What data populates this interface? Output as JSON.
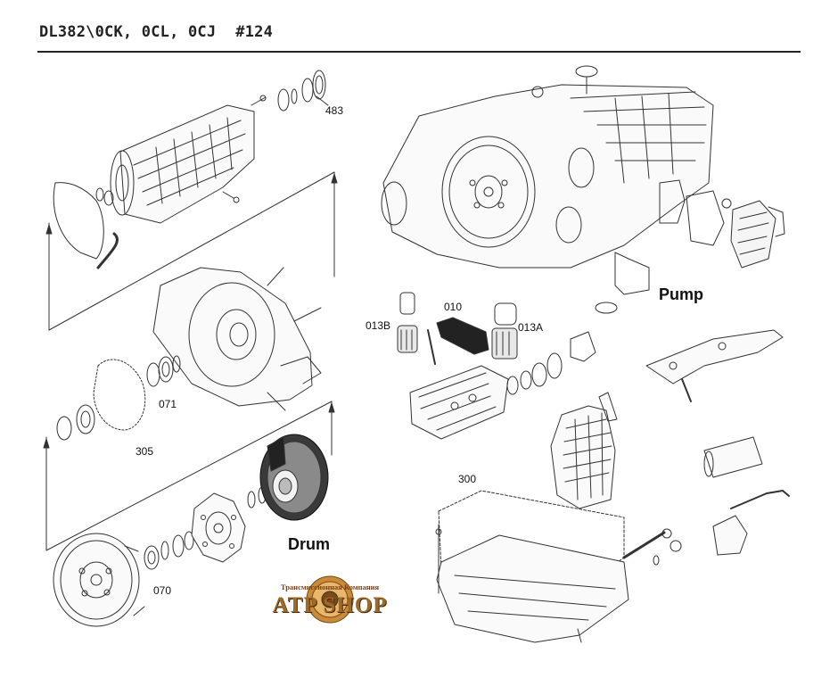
{
  "header": {
    "model": "DL382\\0CK, 0CL, 0CJ",
    "code": "#124"
  },
  "callouts": {
    "c483": "483",
    "c071": "071",
    "c305": "305",
    "c070": "070",
    "c010": "010",
    "c013B": "013B",
    "c013A": "013A",
    "c300": "300"
  },
  "labels": {
    "pump": "Pump",
    "drum": "Drum"
  },
  "logo": {
    "tagline": "Трансмиссионная Компания",
    "brand": "ATP SHOP"
  }
}
